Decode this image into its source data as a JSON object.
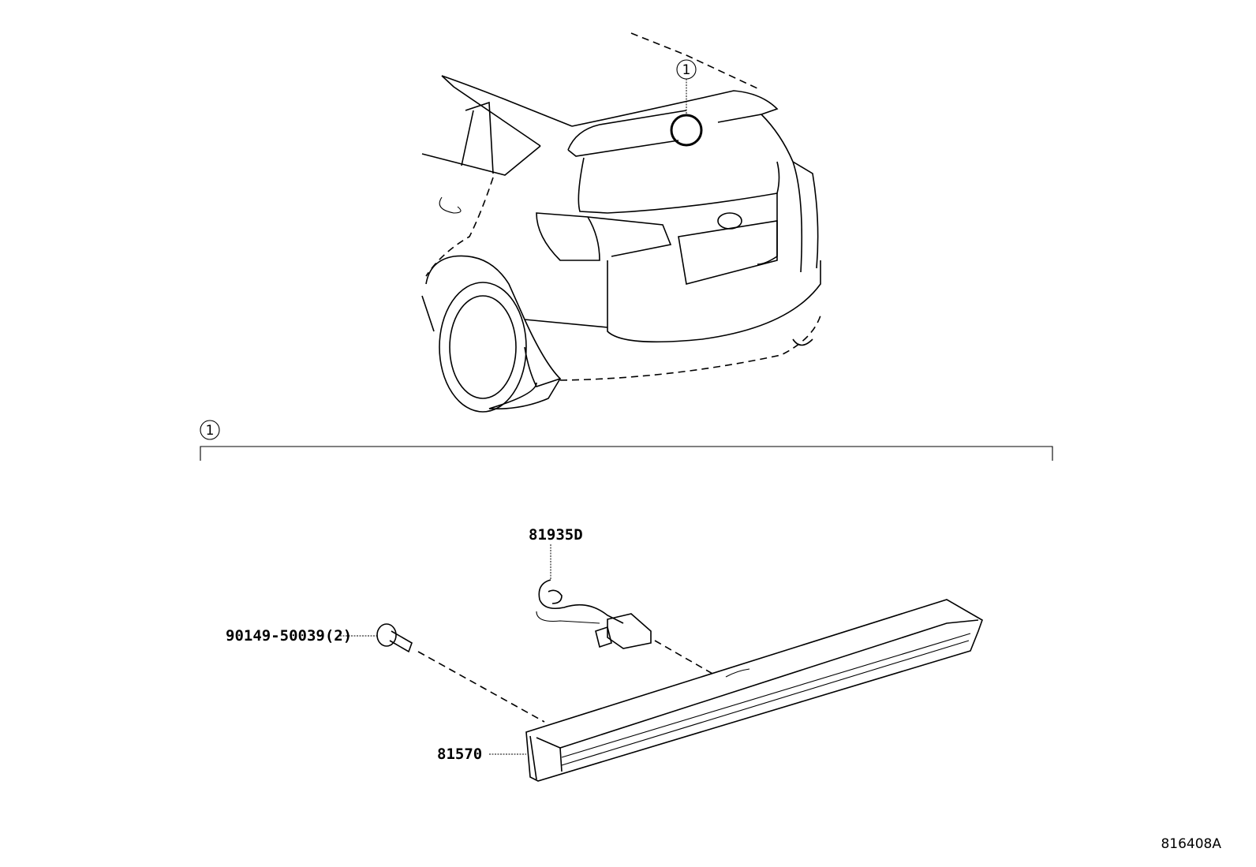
{
  "diagram_id": "816408A",
  "callout": {
    "number": "1"
  },
  "parts": [
    {
      "part_number": "81935D"
    },
    {
      "part_number": "90149-50039(2)"
    },
    {
      "part_number": "81570"
    }
  ]
}
